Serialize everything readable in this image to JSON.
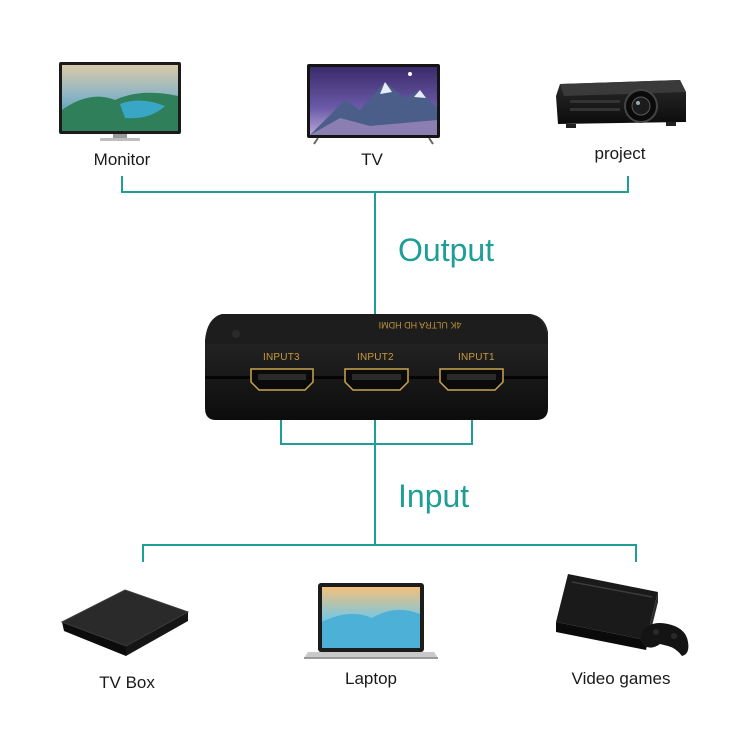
{
  "outputs": [
    {
      "label": "Monitor",
      "icon": "monitor-icon"
    },
    {
      "label": "TV",
      "icon": "tv-icon"
    },
    {
      "label": "project",
      "icon": "projector-icon"
    }
  ],
  "output_label": "Output",
  "input_label": "Input",
  "switch": {
    "brand_text": "4K ULTRA HD HDMI",
    "ports": [
      "INPUT3",
      "INPUT2",
      "INPUT1"
    ]
  },
  "inputs": [
    {
      "label": "TV Box",
      "icon": "tv-box-icon"
    },
    {
      "label": "Laptop",
      "icon": "laptop-icon"
    },
    {
      "label": "Video games",
      "icon": "game-console-icon"
    }
  ],
  "colors": {
    "connector_line": "#1e9e96",
    "device_body": "#111111",
    "port_label": "#c89a3a"
  }
}
